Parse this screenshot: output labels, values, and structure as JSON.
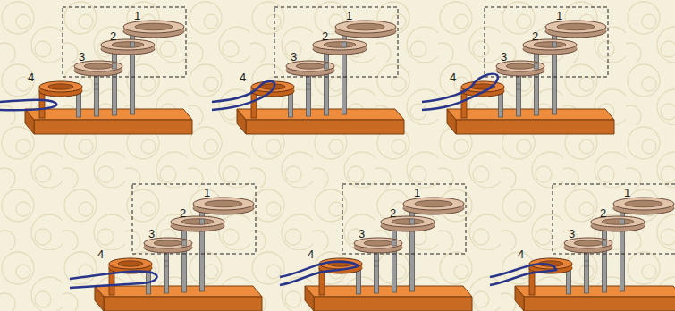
{
  "diagram": {
    "labels": [
      "1",
      "2",
      "3",
      "4",
      "1",
      "2",
      "3",
      "4",
      "1",
      "2",
      "3",
      "4",
      "1",
      "2",
      "3",
      "4",
      "1",
      "2",
      "3",
      "4",
      "1",
      "2",
      "3",
      "4"
    ]
  }
}
